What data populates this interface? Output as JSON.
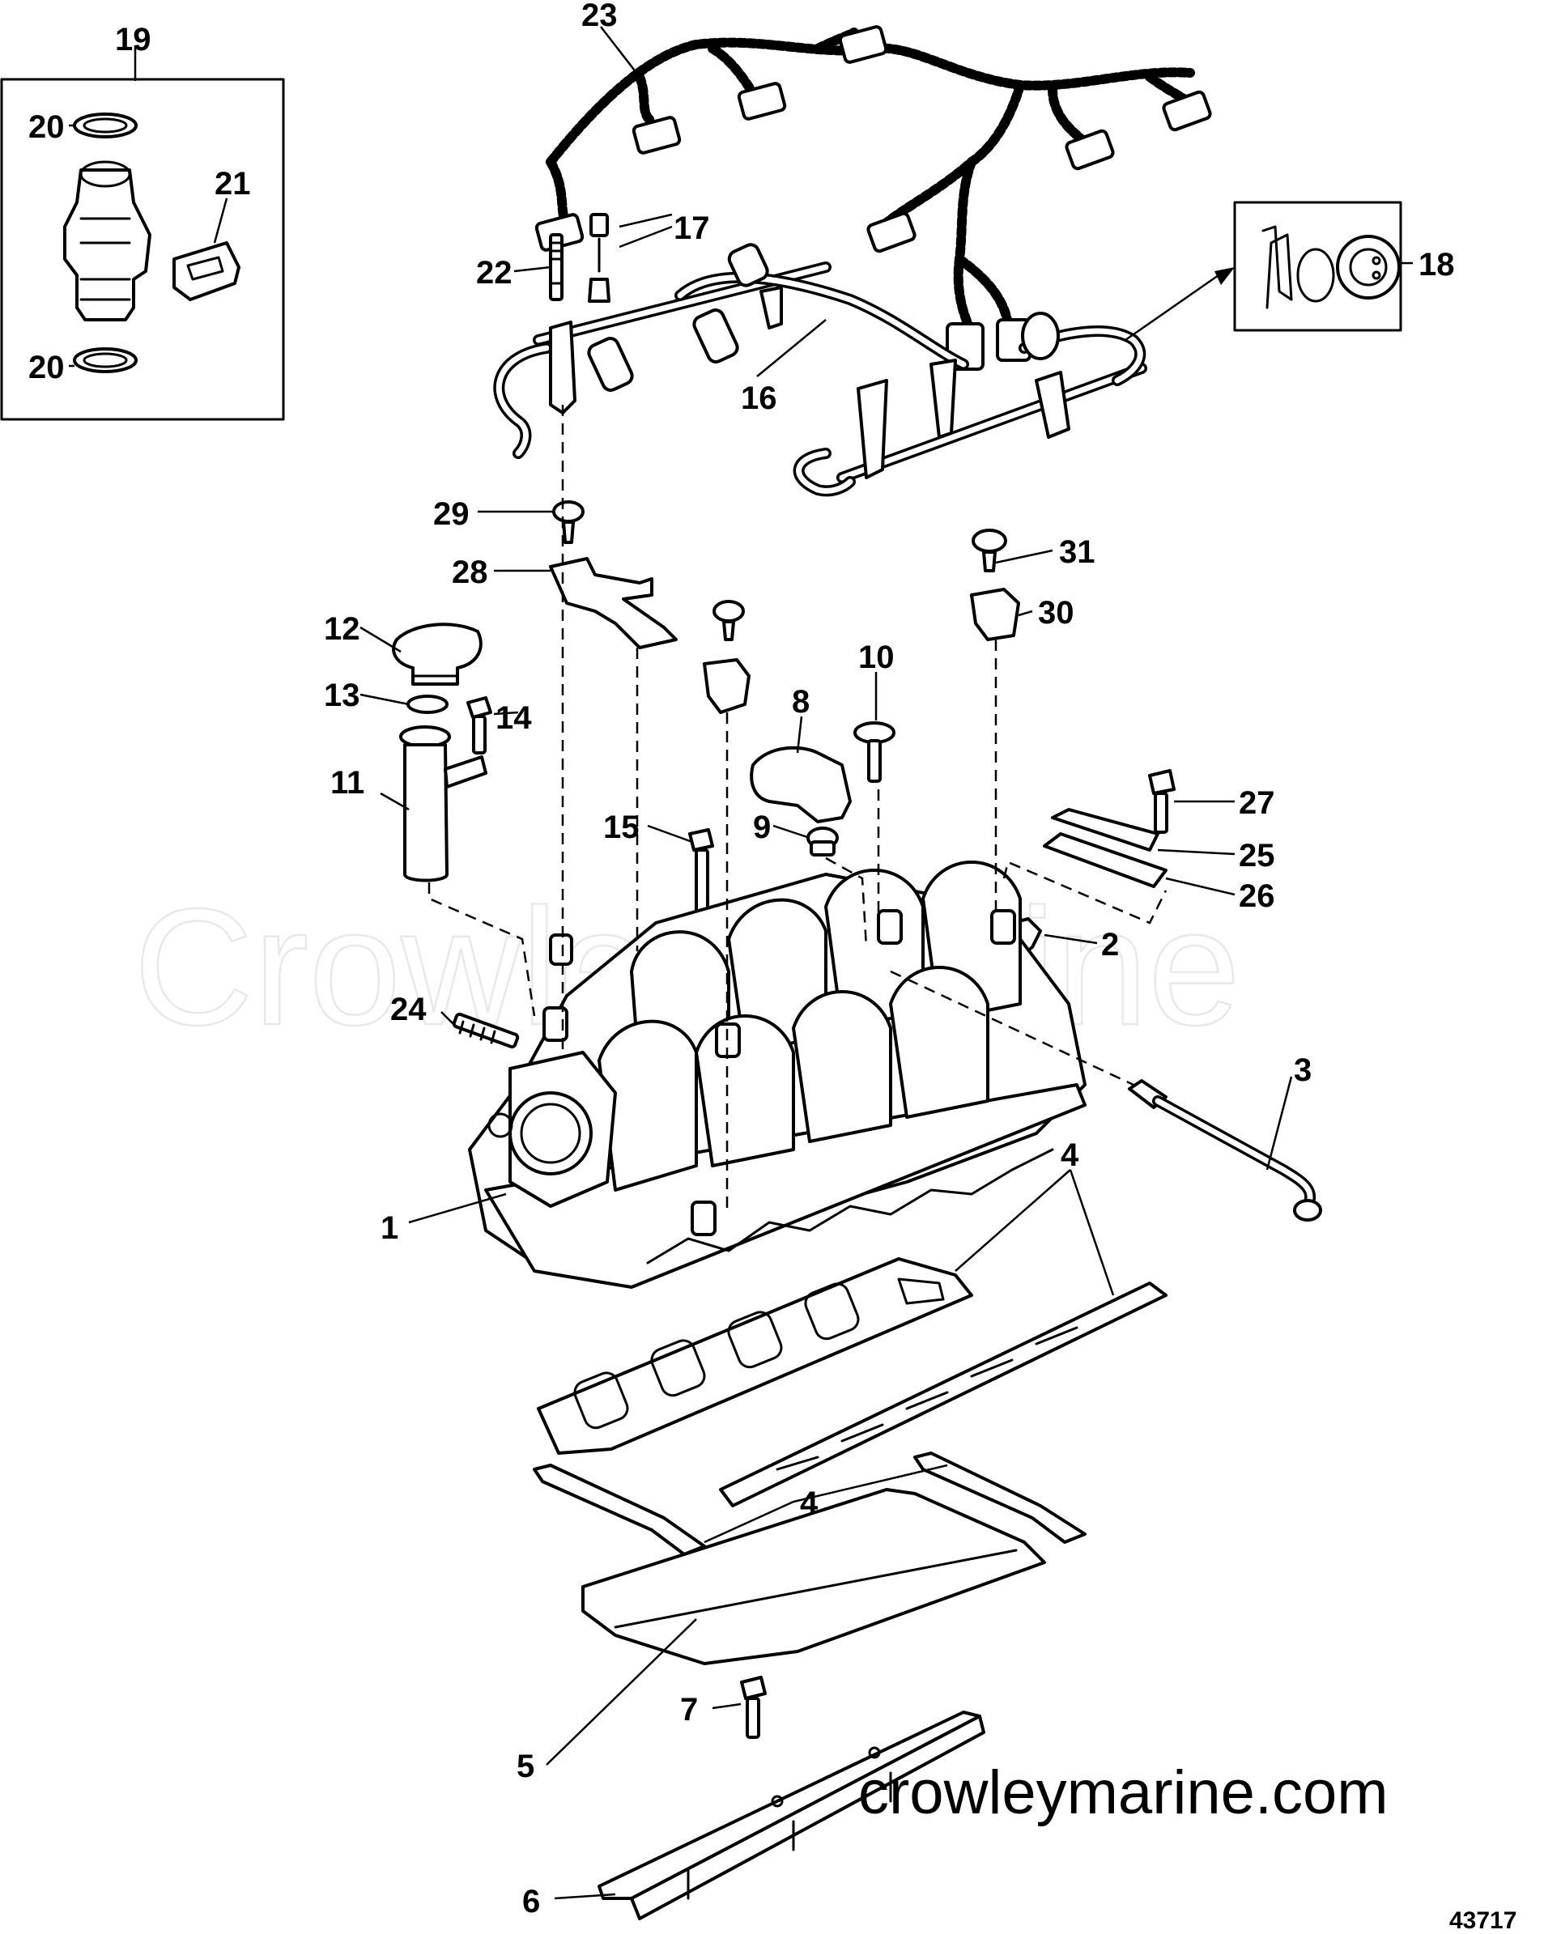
{
  "diagram": {
    "watermark_text": "CrowleyMarine",
    "website_text": "crowleymarine.com",
    "figure_number": "43717",
    "callouts": [
      {
        "id": "c1",
        "label": "1"
      },
      {
        "id": "c2",
        "label": "2"
      },
      {
        "id": "c3",
        "label": "3"
      },
      {
        "id": "c4a",
        "label": "4"
      },
      {
        "id": "c4b",
        "label": "4"
      },
      {
        "id": "c5",
        "label": "5"
      },
      {
        "id": "c6",
        "label": "6"
      },
      {
        "id": "c7",
        "label": "7"
      },
      {
        "id": "c8",
        "label": "8"
      },
      {
        "id": "c9",
        "label": "9"
      },
      {
        "id": "c10",
        "label": "10"
      },
      {
        "id": "c11",
        "label": "11"
      },
      {
        "id": "c12",
        "label": "12"
      },
      {
        "id": "c13",
        "label": "13"
      },
      {
        "id": "c14",
        "label": "14"
      },
      {
        "id": "c15",
        "label": "15"
      },
      {
        "id": "c16",
        "label": "16"
      },
      {
        "id": "c17",
        "label": "17"
      },
      {
        "id": "c18",
        "label": "18"
      },
      {
        "id": "c19",
        "label": "19"
      },
      {
        "id": "c20a",
        "label": "20"
      },
      {
        "id": "c20b",
        "label": "20"
      },
      {
        "id": "c21",
        "label": "21"
      },
      {
        "id": "c22",
        "label": "22"
      },
      {
        "id": "c23",
        "label": "23"
      },
      {
        "id": "c24",
        "label": "24"
      },
      {
        "id": "c25",
        "label": "25"
      },
      {
        "id": "c26",
        "label": "26"
      },
      {
        "id": "c27",
        "label": "27"
      },
      {
        "id": "c28",
        "label": "28"
      },
      {
        "id": "c29",
        "label": "29"
      },
      {
        "id": "c30",
        "label": "30"
      },
      {
        "id": "c31",
        "label": "31"
      }
    ]
  }
}
